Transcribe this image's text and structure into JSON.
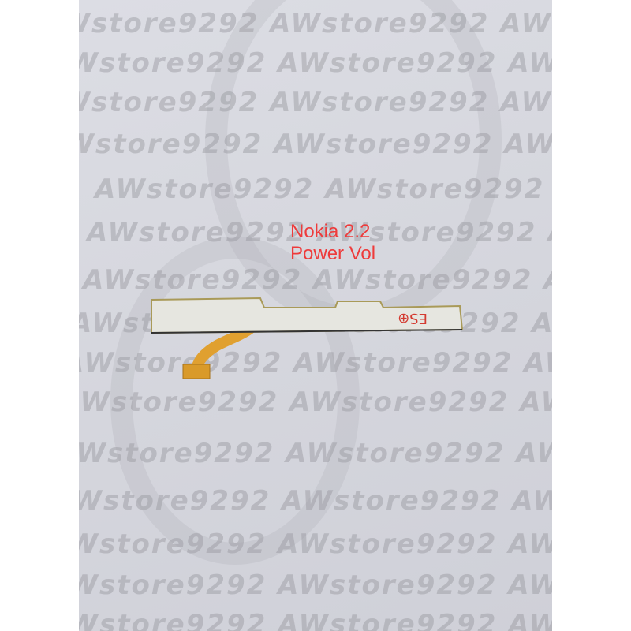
{
  "watermark": "AWstore9292",
  "label": {
    "line1": "Nokia 2.2",
    "line2": "Power Vol"
  },
  "colors": {
    "label": "#ee3b3b",
    "flex": "#e0a030",
    "background": "#d6d7de"
  }
}
